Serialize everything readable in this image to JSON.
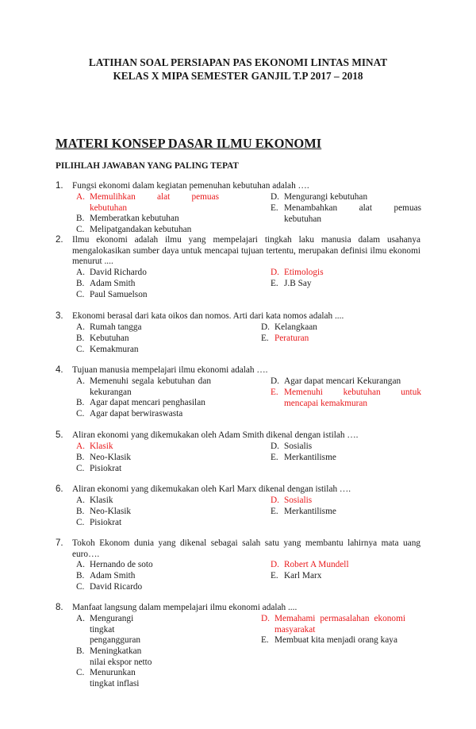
{
  "header": {
    "line1": "LATIHAN SOAL PERSIAPAN PAS EKONOMI LINTAS MINAT",
    "line2": "KELAS X MIPA SEMESTER GANJIL T.P 2017 – 2018"
  },
  "section_title": "MATERI KONSEP DASAR ILMU EKONOMI",
  "instruction": "PILIHLAH JAWABAN YANG PALING TEPAT",
  "colors": {
    "correct": "#e8191b",
    "text": "#1a1a1a"
  },
  "questions": [
    {
      "number": "1.",
      "text": "Fungsi ekonomi dalam kegiatan pemenuhan kebutuhan adalah ….",
      "options": [
        {
          "letter": "A.",
          "text": "Memulihkan alat pemuas kebutuhan",
          "correct": true
        },
        {
          "letter": "B.",
          "text": "Memberatkan kebutuhan",
          "correct": false
        },
        {
          "letter": "C.",
          "text": "Melipatgandakan kebutuhan",
          "correct": false
        },
        {
          "letter": "D.",
          "text": "Mengurangi kebutuhan",
          "correct": false
        },
        {
          "letter": "E.",
          "text": "Menambahkan alat pemuas kebutuhan",
          "correct": false
        }
      ]
    },
    {
      "number": "2.",
      "text": "Ilmu ekonomi adalah ilmu yang mempelajari tingkah laku manusia dalam usahanya mengalokasikan sumber daya untuk mencapai tujuan tertentu, merupakan definisi ilmu ekonomi menurut ....",
      "options": [
        {
          "letter": "A.",
          "text": "David Richardo",
          "correct": false
        },
        {
          "letter": "B.",
          "text": "Adam Smith",
          "correct": false
        },
        {
          "letter": "C.",
          "text": "Paul Samuelson",
          "correct": false
        },
        {
          "letter": "D.",
          "text": "Etimologis",
          "correct": true
        },
        {
          "letter": "E.",
          "text": "J.B Say",
          "correct": false
        }
      ]
    },
    {
      "number": "3.",
      "text": "Ekonomi berasal dari kata oikos dan nomos. Arti dari kata nomos adalah ....",
      "options": [
        {
          "letter": "A.",
          "text": "Rumah tangga",
          "correct": false
        },
        {
          "letter": "B.",
          "text": "Kebutuhan",
          "correct": false
        },
        {
          "letter": "C.",
          "text": "Kemakmuran",
          "correct": false
        },
        {
          "letter": "D.",
          "text": "Kelangkaan",
          "correct": false
        },
        {
          "letter": "E.",
          "text": "Peraturan",
          "correct": true,
          "letter_plain": true
        }
      ]
    },
    {
      "number": "4.",
      "text": "Tujuan manusia mempelajari ilmu ekonomi adalah ….",
      "options": [
        {
          "letter": "A.",
          "text": "Memenuhi segala kebutuhan dan kekurangan",
          "correct": false
        },
        {
          "letter": "B.",
          "text": "Agar dapat mencari penghasilan",
          "correct": false
        },
        {
          "letter": "C.",
          "text": "Agar dapat berwiraswasta",
          "correct": false
        },
        {
          "letter": "D.",
          "text": "Agar dapat mencari Kekurangan",
          "correct": false
        },
        {
          "letter": "E.",
          "text": "Memenuhi kebutuhan untuk mencapai kemakmuran",
          "correct": true
        }
      ]
    },
    {
      "number": "5.",
      "text": "Aliran ekonomi yang dikemukakan oleh Adam Smith dikenal dengan istilah ….",
      "options": [
        {
          "letter": "A.",
          "text": "Klasik",
          "correct": true
        },
        {
          "letter": "B.",
          "text": "Neo-Klasik",
          "correct": false
        },
        {
          "letter": "C.",
          "text": "Pisiokrat",
          "correct": false
        },
        {
          "letter": "D.",
          "text": "Sosialis",
          "correct": false
        },
        {
          "letter": "E.",
          "text": "Merkantilisme",
          "correct": false
        }
      ]
    },
    {
      "number": "6.",
      "text": "Aliran ekonomi yang dikemukakan oleh Karl Marx dikenal dengan istilah ….",
      "options": [
        {
          "letter": "A.",
          "text": "Klasik",
          "correct": false
        },
        {
          "letter": "B.",
          "text": "Neo-Klasik",
          "correct": false
        },
        {
          "letter": "C.",
          "text": "Pisiokrat",
          "correct": false
        },
        {
          "letter": "D.",
          "text": "Sosialis",
          "correct": true
        },
        {
          "letter": "E.",
          "text": "Merkantilisme",
          "correct": false
        }
      ]
    },
    {
      "number": "7.",
      "text": "Tokoh Ekonom dunia yang dikenal sebagai salah satu yang membantu lahirnya mata uang euro….",
      "options": [
        {
          "letter": "A.",
          "text": "Hernando de soto",
          "correct": false
        },
        {
          "letter": "B.",
          "text": "Adam Smith",
          "correct": false
        },
        {
          "letter": "C.",
          "text": "David Ricardo",
          "correct": false
        },
        {
          "letter": "D.",
          "text": "Robert A Mundell",
          "correct": true
        },
        {
          "letter": "E.",
          "text": "Karl Marx",
          "correct": false
        }
      ]
    },
    {
      "number": "8.",
      "text": "Manfaat langsung dalam mempelajari ilmu ekonomi adalah ....",
      "options": [
        {
          "letter": "A.",
          "text": "Mengurangi tingkat pengangguran",
          "correct": false
        },
        {
          "letter": "B.",
          "text": "Meningkatkan nilai ekspor netto",
          "correct": false
        },
        {
          "letter": "C.",
          "text": "Menurunkan tingkat inflasi",
          "correct": false
        },
        {
          "letter": "D.",
          "text": "Memahami permasalahan ekonomi masyarakat",
          "correct": true
        },
        {
          "letter": "E.",
          "text": "Membuat kita menjadi orang kaya",
          "correct": false
        }
      ]
    }
  ]
}
